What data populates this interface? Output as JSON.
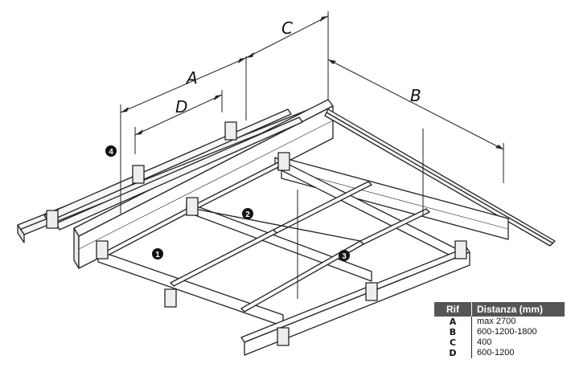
{
  "dimensions": [
    {
      "id": "A",
      "label": "A"
    },
    {
      "id": "B",
      "label": "B"
    },
    {
      "id": "C",
      "label": "C"
    },
    {
      "id": "D",
      "label": "D"
    }
  ],
  "markers": [
    {
      "id": "1",
      "label": "1"
    },
    {
      "id": "2",
      "label": "2"
    },
    {
      "id": "3",
      "label": "3"
    },
    {
      "id": "4",
      "label": "4"
    }
  ],
  "legend": {
    "header_ref": "Rif",
    "header_distance": "Distanza (mm)",
    "rows": [
      {
        "ref": "A",
        "value": "max 2700"
      },
      {
        "ref": "B",
        "value": "600-1200-1800"
      },
      {
        "ref": "C",
        "value": "400"
      },
      {
        "ref": "D",
        "value": "600-1200"
      }
    ]
  }
}
